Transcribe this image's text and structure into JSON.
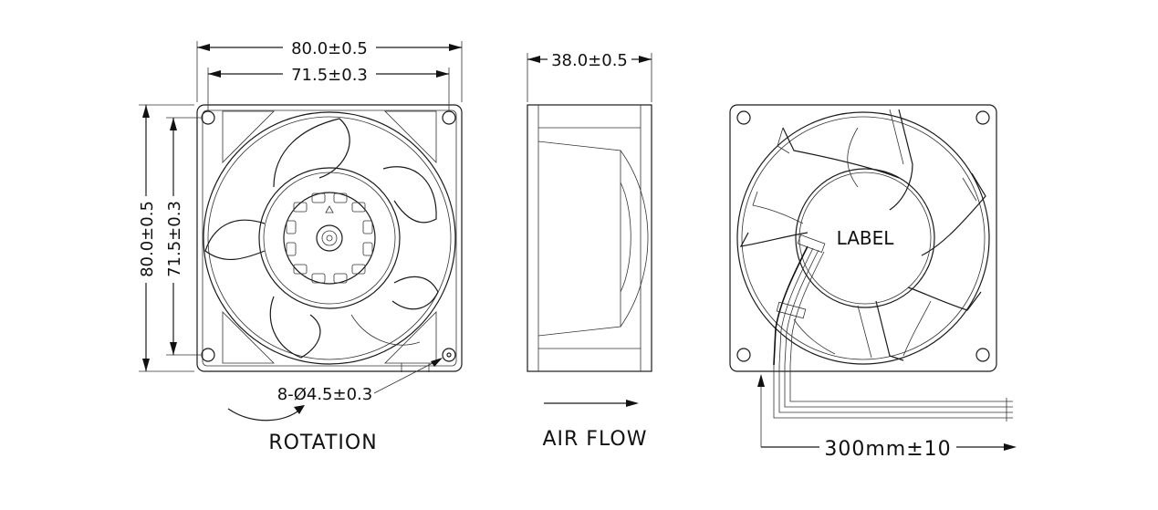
{
  "dimensions": {
    "front_width_outer": "80.0±0.5",
    "front_width_hole": "71.5±0.3",
    "front_height_outer": "80.0±0.5",
    "front_height_hole": "71.5±0.3",
    "hole_spec": "8-Ø4.5±0.3",
    "side_depth": "38.0±0.5",
    "cable_length": "300mm±10"
  },
  "captions": {
    "rotation": "ROTATION",
    "air_flow": "AIR  FLOW",
    "hub_label": "LABEL"
  }
}
